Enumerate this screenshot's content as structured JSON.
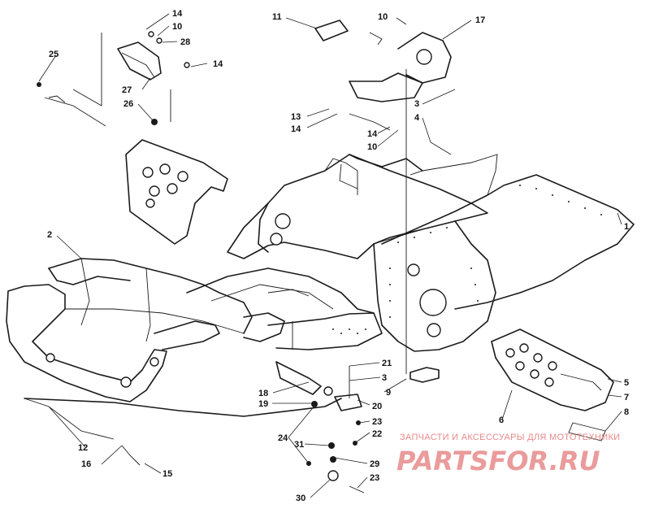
{
  "diagram": {
    "callouts": [
      {
        "id": "c14a",
        "text": "14"
      },
      {
        "id": "c10a",
        "text": "10"
      },
      {
        "id": "c28",
        "text": "28"
      },
      {
        "id": "c25",
        "text": "25"
      },
      {
        "id": "c14b",
        "text": "14"
      },
      {
        "id": "c27",
        "text": "27"
      },
      {
        "id": "c26",
        "text": "26"
      },
      {
        "id": "c11",
        "text": "11"
      },
      {
        "id": "c10b",
        "text": "10"
      },
      {
        "id": "c17",
        "text": "17"
      },
      {
        "id": "c3a",
        "text": "3"
      },
      {
        "id": "c4",
        "text": "4"
      },
      {
        "id": "c13",
        "text": "13"
      },
      {
        "id": "c14c",
        "text": "14"
      },
      {
        "id": "c14d",
        "text": "14"
      },
      {
        "id": "c10c",
        "text": "10"
      },
      {
        "id": "c1",
        "text": "1"
      },
      {
        "id": "c2",
        "text": "2"
      },
      {
        "id": "c21",
        "text": "21"
      },
      {
        "id": "c3b",
        "text": "3"
      },
      {
        "id": "c9",
        "text": "9"
      },
      {
        "id": "c18",
        "text": "18"
      },
      {
        "id": "c19",
        "text": "19"
      },
      {
        "id": "c20",
        "text": "20"
      },
      {
        "id": "c23a",
        "text": "23"
      },
      {
        "id": "c22",
        "text": "22"
      },
      {
        "id": "c24",
        "text": "24"
      },
      {
        "id": "c31",
        "text": "31"
      },
      {
        "id": "c29",
        "text": "29"
      },
      {
        "id": "c23b",
        "text": "23"
      },
      {
        "id": "c30",
        "text": "30"
      },
      {
        "id": "c12",
        "text": "12"
      },
      {
        "id": "c16",
        "text": "16"
      },
      {
        "id": "c15",
        "text": "15"
      },
      {
        "id": "c6",
        "text": "6"
      },
      {
        "id": "c5",
        "text": "5"
      },
      {
        "id": "c7",
        "text": "7"
      },
      {
        "id": "c8",
        "text": "8"
      }
    ]
  },
  "watermark": {
    "tagline": "ЗАПЧАСТИ И АКСЕССУАРЫ ДЛЯ МОТОТЕХНИКИ",
    "logo": "PARTSFOR.RU"
  }
}
